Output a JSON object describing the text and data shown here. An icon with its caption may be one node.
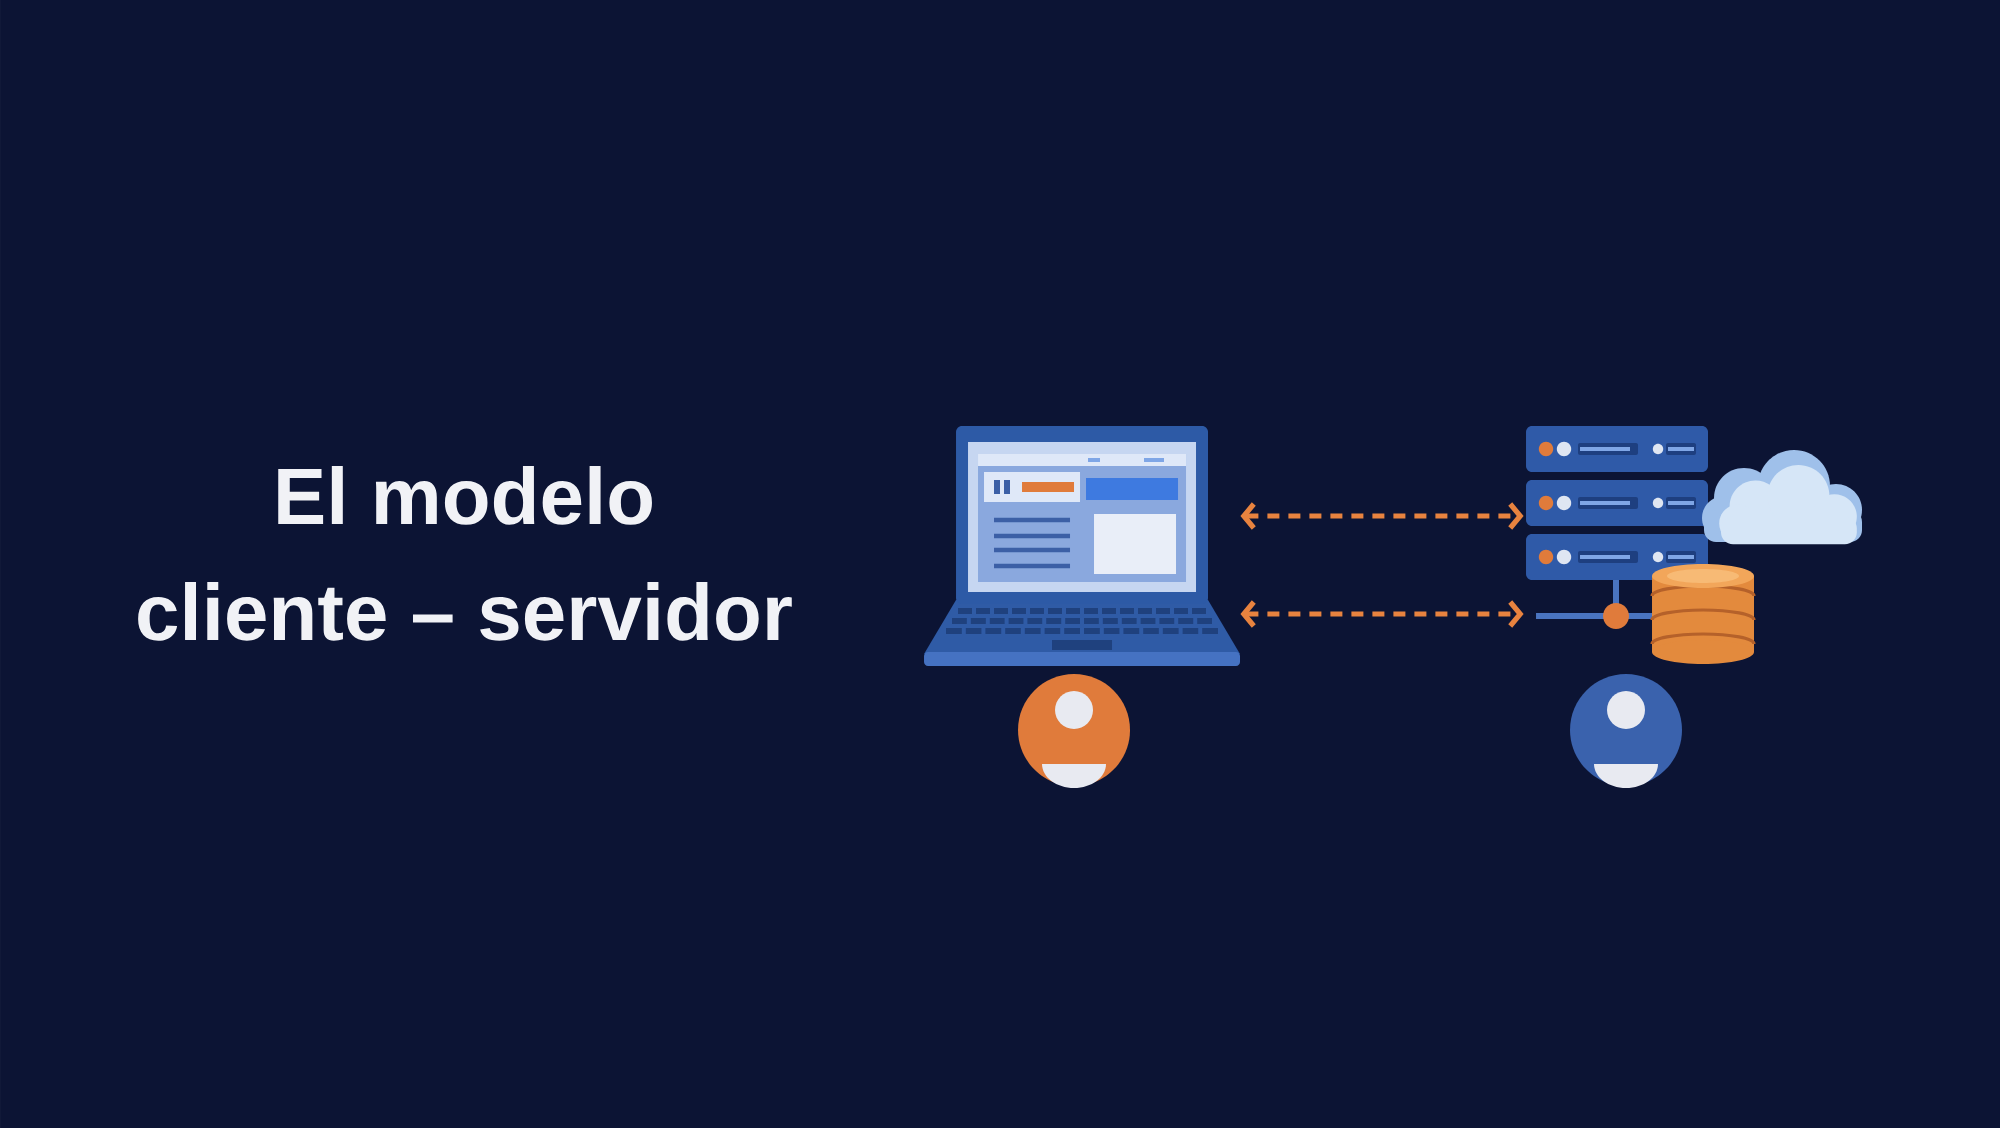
{
  "diagram": {
    "title": "El modelo cliente – servidor",
    "nodes": [
      {
        "text": [],
        "shape": "picture"
      },
      {
        "text": [],
        "shape": "picture"
      }
    ],
    "edges": [
      {
        "from": 0,
        "to": 1,
        "arrow": "both",
        "style": "dashed"
      },
      {
        "from": 0,
        "to": 1,
        "arrow": "both",
        "style": "dashed"
      }
    ]
  }
}
